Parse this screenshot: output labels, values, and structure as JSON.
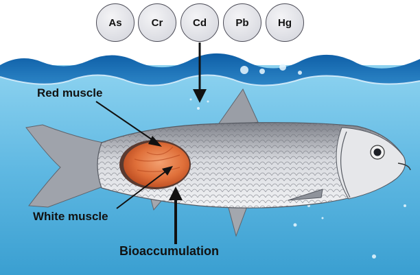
{
  "elements": [
    {
      "symbol": "As"
    },
    {
      "symbol": "Cr"
    },
    {
      "symbol": "Cd"
    },
    {
      "symbol": "Pb"
    },
    {
      "symbol": "Hg"
    }
  ],
  "labels": {
    "red_muscle": "Red muscle",
    "white_muscle": "White muscle",
    "bioaccumulation": "Bioaccumulation"
  },
  "colors": {
    "water": "#5fb8e2",
    "water_deep": "#3a9fd1",
    "fish_body": "#c9cbd0",
    "muscle": "#e0703a"
  }
}
